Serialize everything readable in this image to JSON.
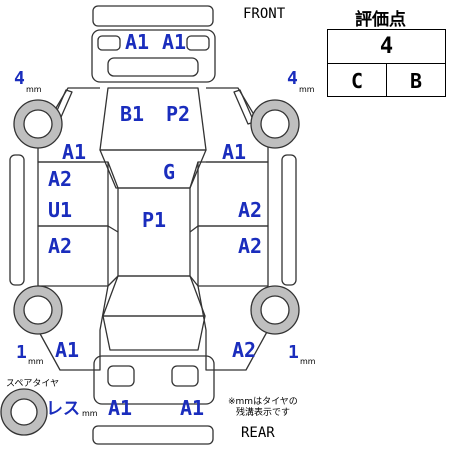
{
  "header": {
    "front_label": "FRONT",
    "rear_label": "REAR"
  },
  "grade": {
    "title": "評価点",
    "score": "4",
    "interior": "C",
    "exterior": "B"
  },
  "tread_depth": {
    "front_left": "4",
    "front_right": "4",
    "rear_left": "1",
    "rear_right": "1",
    "unit": "mm"
  },
  "spare_tire": {
    "label": "スペアタイヤ",
    "status": "レス",
    "unit": "mm"
  },
  "note": {
    "line1": "※mmはタイヤの",
    "line2": "残溝表示です"
  },
  "damage_marks": {
    "front_bumper_left": "A1",
    "front_bumper_right": "A1",
    "hood_left": "B1",
    "hood_right": "P2",
    "left_front_fender": "A1",
    "right_front_fender": "A1",
    "windshield": "G",
    "left_front_door_upper": "A2",
    "left_front_door_lower": "U1",
    "left_rear_door": "A2",
    "roof": "P1",
    "right_front_door": "A2",
    "right_rear_door": "A2",
    "left_rear_quarter": "A1",
    "right_rear_quarter": "A2",
    "rear_bumper_left": "A1",
    "rear_bumper_right": "A1"
  },
  "colors": {
    "mark_color": "#1a2dbd",
    "line_color": "#333333",
    "tire_fill": "#bfbfbf"
  }
}
